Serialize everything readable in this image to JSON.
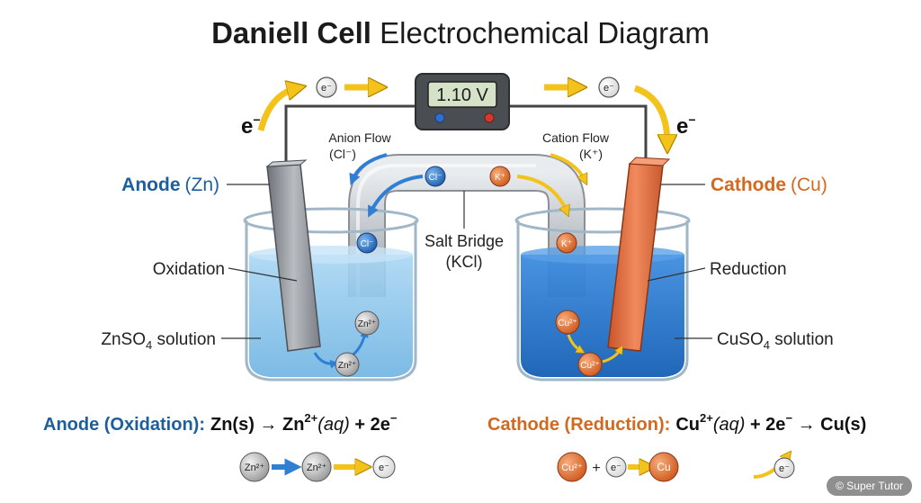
{
  "title": {
    "bold": "Daniell Cell",
    "rest": " Electrochemical Diagram"
  },
  "voltmeter": {
    "reading": "1.10 V"
  },
  "electrons": {
    "symbol": "e",
    "sup": "−",
    "badge": "e⁻"
  },
  "anode": {
    "label": "Anode",
    "metal": "(Zn)",
    "process": "Oxidation",
    "solution_pre": "ZnSO",
    "solution_sub": "4",
    "solution_post": " solution"
  },
  "cathode": {
    "label": "Cathode",
    "metal": "(Cu)",
    "process": "Reduction",
    "solution_pre": "CuSO",
    "solution_sub": "4",
    "solution_post": " solution"
  },
  "anion_flow": {
    "title": "Anion Flow",
    "ion": "(Cl⁻)"
  },
  "cation_flow": {
    "title": "Cation Flow",
    "ion": "(K⁺)"
  },
  "salt_bridge": {
    "title": "Salt Bridge",
    "formula": "(KCl)"
  },
  "ions": {
    "cl": "Cl⁻",
    "k": "K⁺",
    "zn": "Zn²⁺",
    "cu": "Cu²⁺",
    "cu_metal": "Cu",
    "plus": "+"
  },
  "anode_equation": {
    "prefix": "Anode (Oxidation):",
    "lhs": "Zn(s) → Zn",
    "charge": "2+",
    "aq": "(aq)",
    "tail": " + 2e",
    "tail_sup": "−"
  },
  "cathode_equation": {
    "prefix": "Cathode (Reduction):",
    "ion": "Cu",
    "charge": "2+",
    "aq": "(aq)",
    "mid": " + 2e",
    "mid_sup": "−",
    "rhs": " → Cu(s)"
  },
  "watermark": "© Super Tutor",
  "colors": {
    "anode_blue": "#1d5f9c",
    "cathode_orange": "#d2691e",
    "electron_arrow": "#f3c21b",
    "zinc_gray": "#8c8f94",
    "copper": "#e06a3a",
    "zn_solution": "#8fc6ec",
    "cu_solution": "#1f6fc7"
  }
}
